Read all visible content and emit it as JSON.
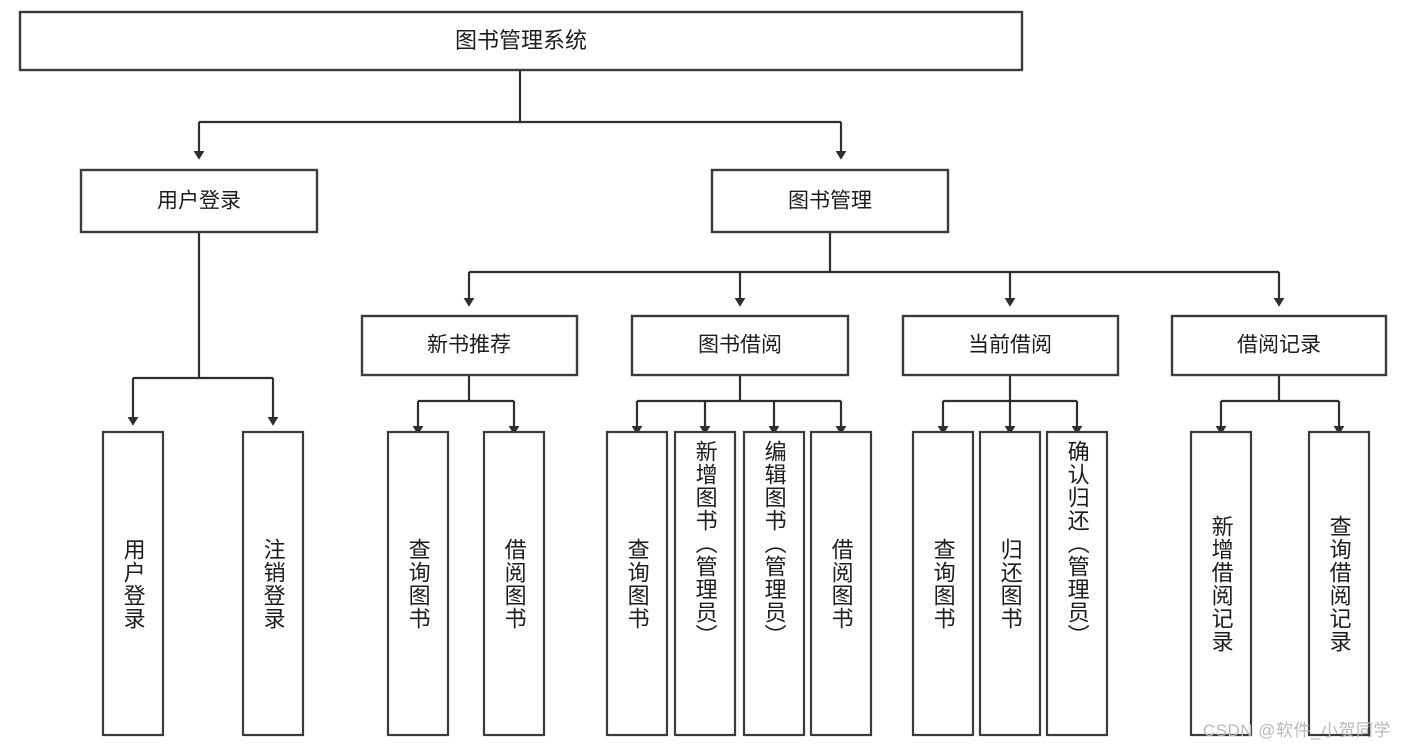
{
  "diagram": {
    "type": "tree",
    "title": "图书管理系统",
    "root": {
      "label": "图书管理系统",
      "id": "root"
    },
    "level2": [
      {
        "id": "user-login",
        "label": "用户登录"
      },
      {
        "id": "book-manage",
        "label": "图书管理"
      }
    ],
    "level3": [
      {
        "id": "new-book-recommend",
        "label": "新书推荐",
        "parent": "book-manage"
      },
      {
        "id": "book-borrow",
        "label": "图书借阅",
        "parent": "book-manage"
      },
      {
        "id": "current-borrow",
        "label": "当前借阅",
        "parent": "book-manage"
      },
      {
        "id": "borrow-record",
        "label": "借阅记录",
        "parent": "book-manage"
      }
    ],
    "leaves": {
      "user-login": [
        {
          "id": "leaf-user-login",
          "label": "用户登录"
        },
        {
          "id": "leaf-user-logout",
          "label": "注销登录"
        }
      ],
      "new-book-recommend": [
        {
          "id": "leaf-query-book-1",
          "label": "查询图书"
        },
        {
          "id": "leaf-borrow-book-1",
          "label": "借阅图书"
        }
      ],
      "book-borrow": [
        {
          "id": "leaf-query-book-2",
          "label": "查询图书"
        },
        {
          "id": "leaf-add-book",
          "label": "新增图书（管理员）"
        },
        {
          "id": "leaf-edit-book",
          "label": "编辑图书（管理员）"
        },
        {
          "id": "leaf-borrow-book-2",
          "label": "借阅图书"
        }
      ],
      "current-borrow": [
        {
          "id": "leaf-query-book-3",
          "label": "查询图书"
        },
        {
          "id": "leaf-return-book",
          "label": "归还图书"
        },
        {
          "id": "leaf-confirm-return",
          "label": "确认归还（管理员）"
        }
      ],
      "borrow-record": [
        {
          "id": "leaf-add-record",
          "label": "新增借阅记录"
        },
        {
          "id": "leaf-query-record",
          "label": "查询借阅记录"
        }
      ]
    },
    "colors": {
      "box_stroke": "#3b3b3b",
      "box_fill": "#ffffff",
      "line": "#2e2e2e",
      "text": "#1c1c1c",
      "watermark": "#b9b9b9",
      "background": "#ffffff"
    }
  },
  "watermark": {
    "text": "CSDN @软件_小贺同学"
  }
}
